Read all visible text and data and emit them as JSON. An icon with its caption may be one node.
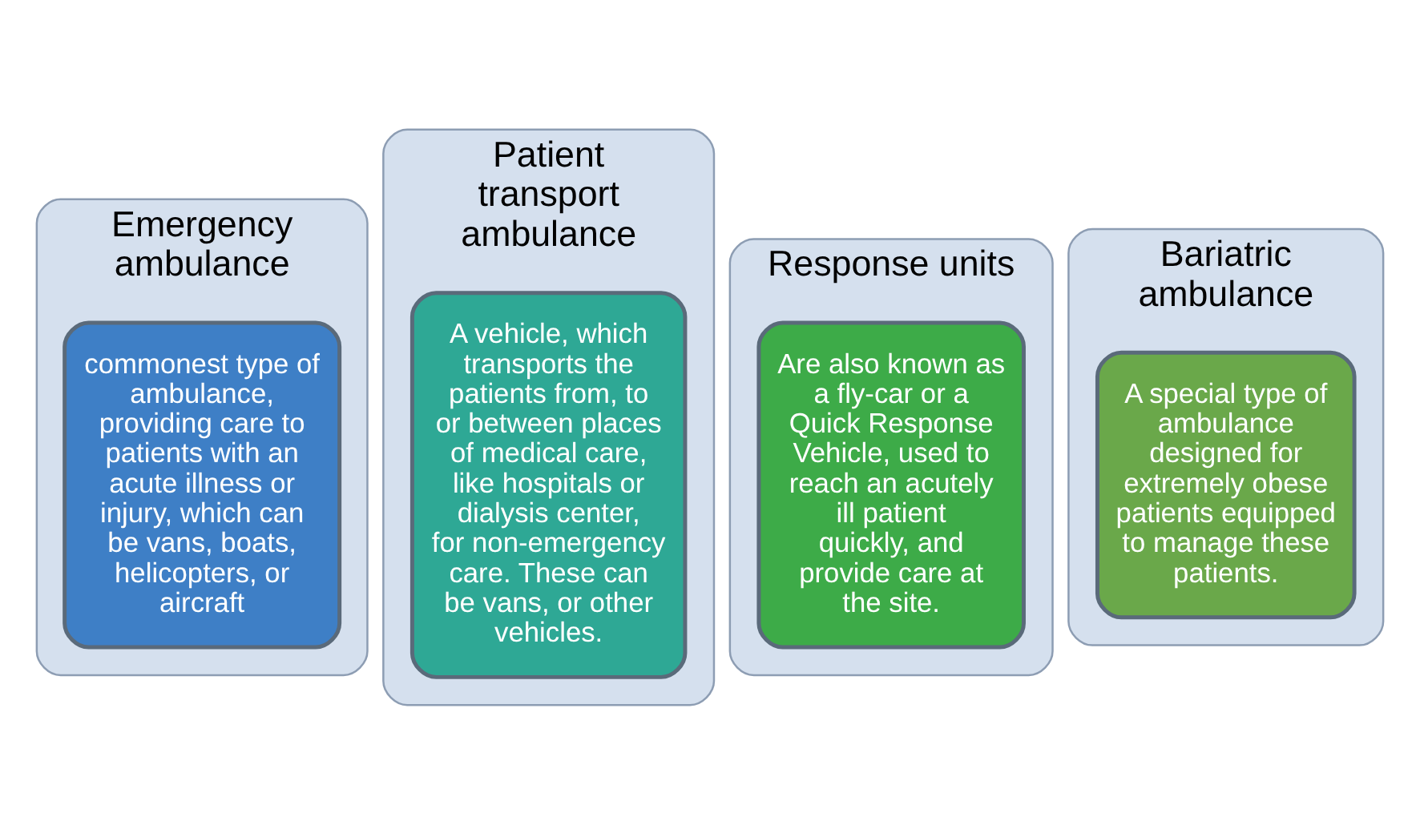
{
  "diagram": {
    "nodes": [
      {
        "text": [
          "Emergency ambulance"
        ]
      },
      {
        "text": [
          "commonest type of ambulance, providing care to patients with an acute illness or injury, which can be vans, boats, helicopters, or aircraft"
        ],
        "in": 0
      },
      {
        "text": [
          "Patient transport ambulance"
        ]
      },
      {
        "text": [
          "A vehicle, which transports the patients from, to or between places of medical care, like hospitals or dialysis center, for non-emergency care. These can be vans, or other vehicles."
        ],
        "in": 2
      },
      {
        "text": [
          "Response units"
        ]
      },
      {
        "text": [
          "Are also known as a fly-car or a Quick Response Vehicle, used to reach an acutely ill patient quickly, and provide care at the site."
        ],
        "in": 4
      },
      {
        "text": [
          "Bariatric ambulance"
        ]
      },
      {
        "text": [
          "A special type of ambulance designed for extremely obese patients equipped to manage these patients."
        ],
        "in": 6
      }
    ]
  }
}
